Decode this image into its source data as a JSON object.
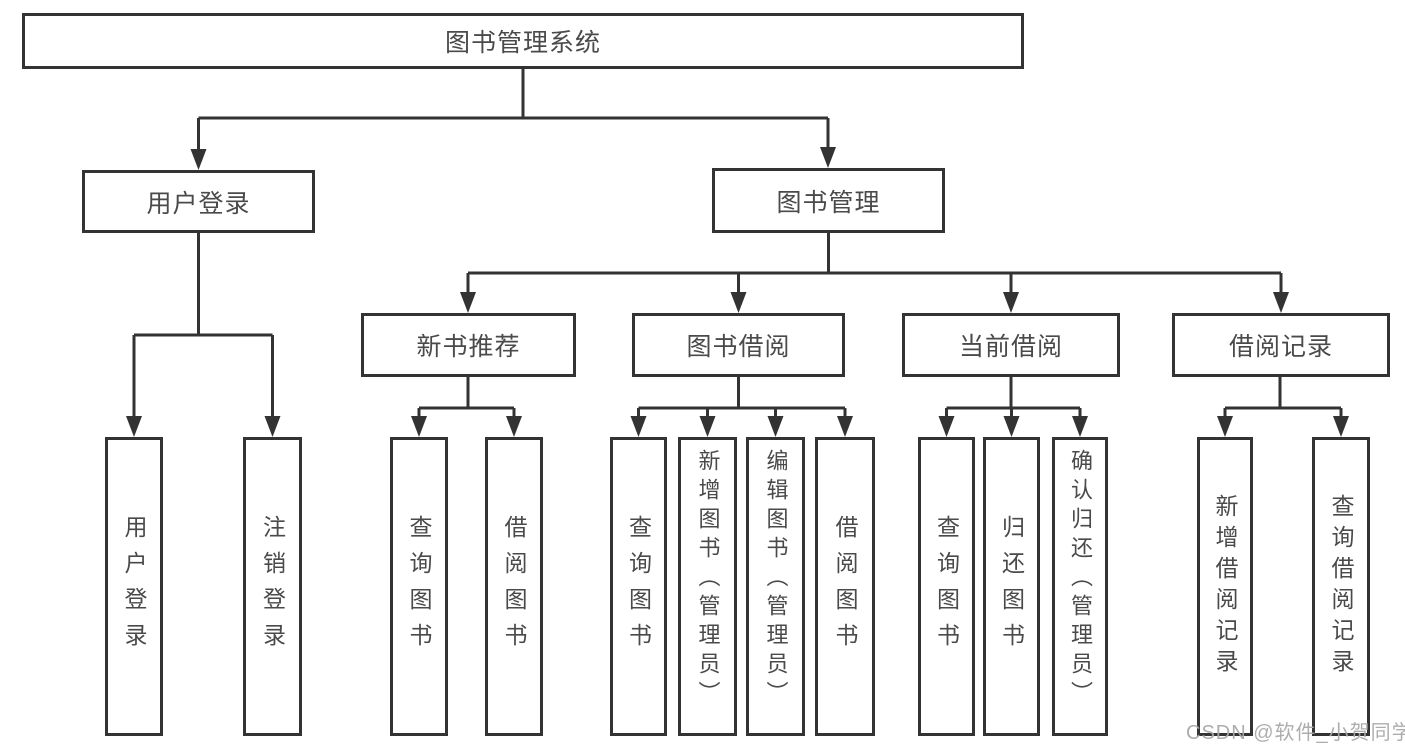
{
  "root": {
    "label": "图书管理系统"
  },
  "level2": {
    "user_login": {
      "label": "用户登录"
    },
    "book_mgmt": {
      "label": "图书管理"
    }
  },
  "level3": {
    "new_books": {
      "label": "新书推荐"
    },
    "borrow": {
      "label": "图书借阅"
    },
    "current": {
      "label": "当前借阅"
    },
    "records": {
      "label": "借阅记录"
    }
  },
  "leaves": {
    "user_login": {
      "label": "用户登录"
    },
    "logout": {
      "label": "注销登录"
    },
    "nb_query": {
      "label": "查询图书"
    },
    "nb_borrow": {
      "label": "借阅图书"
    },
    "bw_query": {
      "label": "查询图书"
    },
    "bw_add": {
      "label": "新增图书（管理员）"
    },
    "bw_edit": {
      "label": "编辑图书（管理员）"
    },
    "bw_borrow": {
      "label": "借阅图书"
    },
    "cur_query": {
      "label": "查询图书"
    },
    "cur_return": {
      "label": "归还图书"
    },
    "cur_confirm": {
      "label": "确认归还（管理员）"
    },
    "rec_add": {
      "label": "新增借阅记录"
    },
    "rec_query": {
      "label": "查询借阅记录"
    }
  },
  "watermark": {
    "text": "CSDN @软件_小贺同学"
  },
  "colors": {
    "line": "#333333",
    "box_border": "#333333",
    "text": "#4a4a4a",
    "watermark": "#a9a9a9",
    "background": "#ffffff"
  }
}
